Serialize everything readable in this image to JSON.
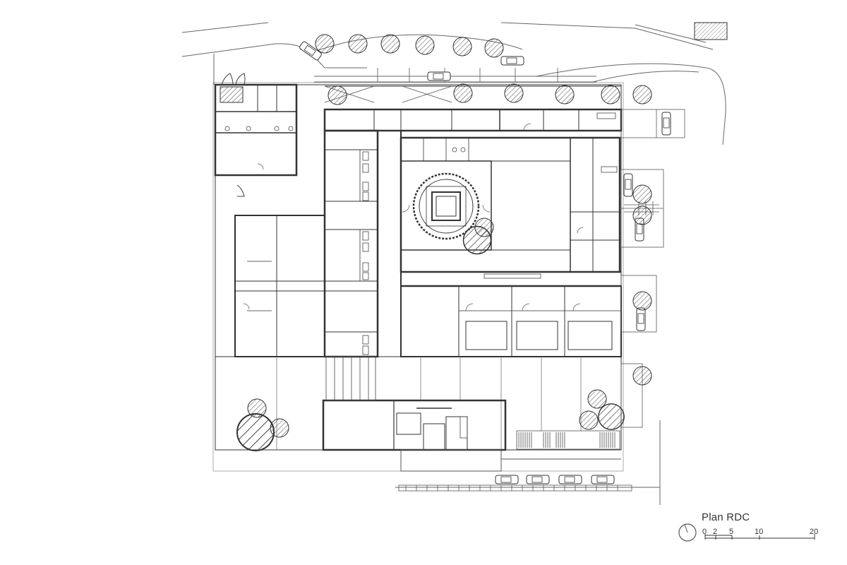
{
  "drawing": {
    "title": "Plan RDC",
    "scale_labels": [
      "0",
      "2",
      "5",
      "10",
      "20"
    ]
  },
  "colors": {
    "line": "#555555",
    "wall": "#333333",
    "light": "#8a8a8a",
    "tree": "#444444"
  },
  "icons": {
    "north": "north-arrow-icon",
    "tree": "tree-icon",
    "car": "car-icon"
  }
}
